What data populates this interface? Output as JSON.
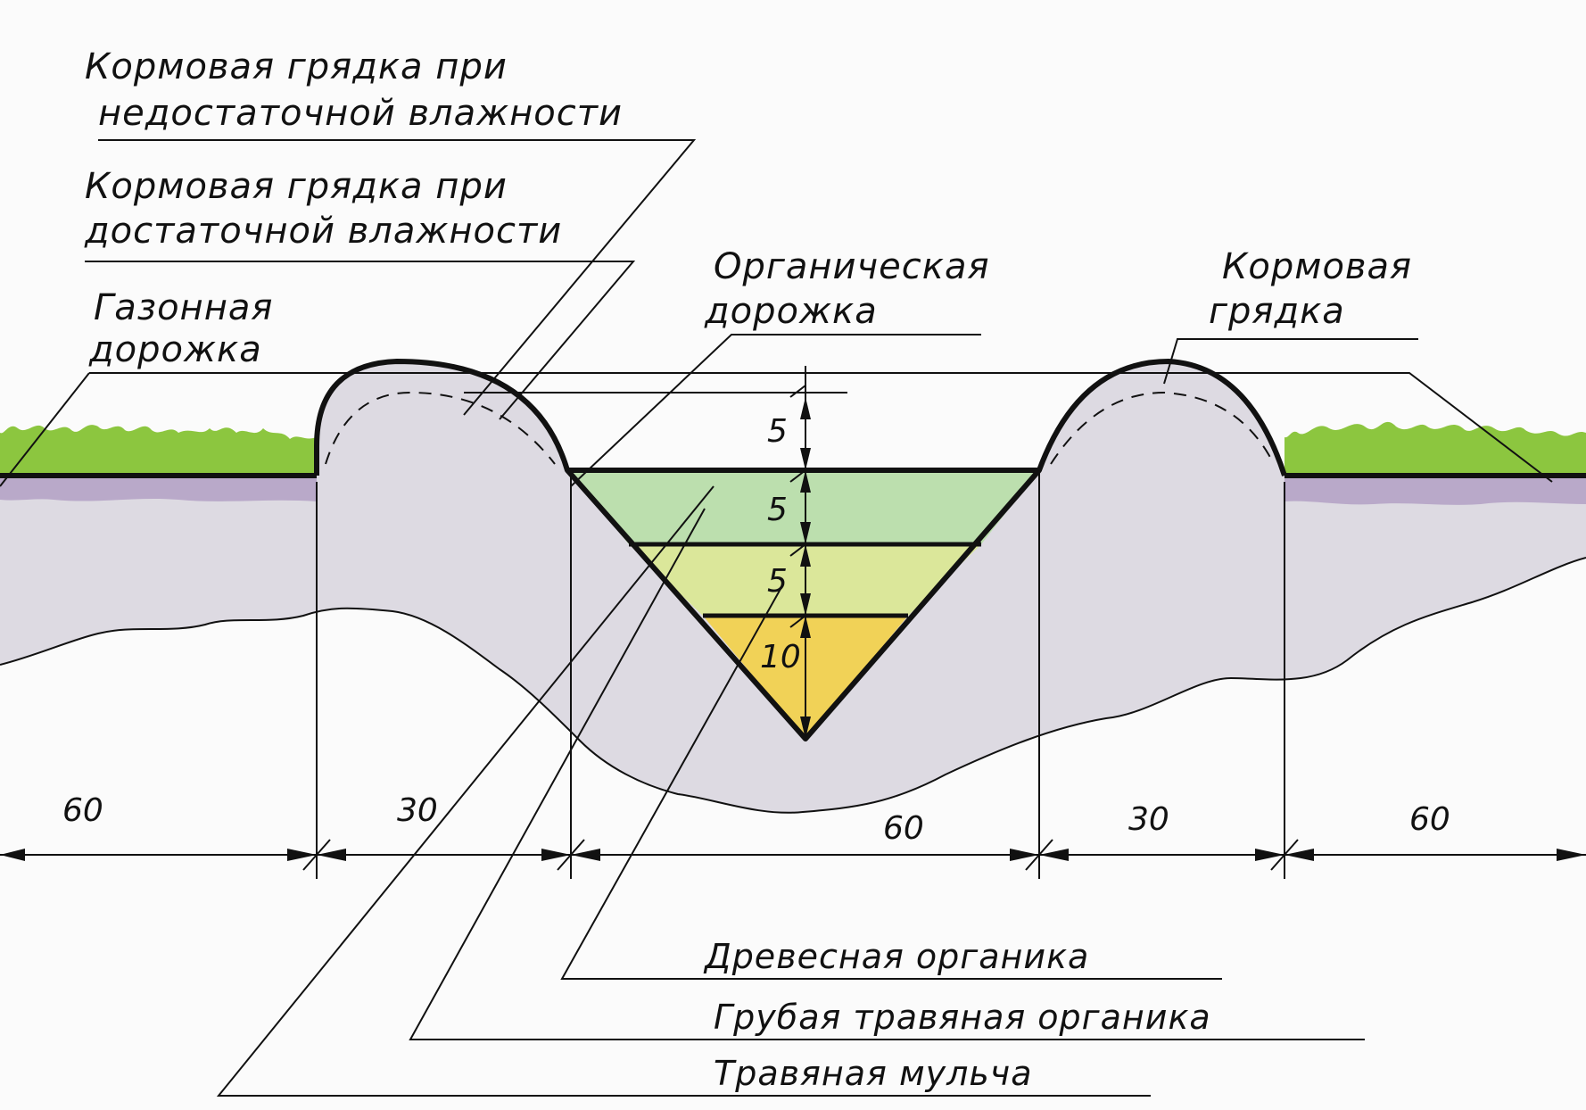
{
  "labels": {
    "bed_low_moisture": [
      "Кормовая грядка при",
      "недостаточной влажности"
    ],
    "bed_enough_moisture": [
      "Кормовая грядка при",
      "достаточной влажности"
    ],
    "lawn_path": [
      "Газонная",
      "дорожка"
    ],
    "organic_path": [
      "Органическая",
      "дорожка"
    ],
    "feed_bed": [
      "Кормовая",
      "грядка"
    ],
    "wood_organics": "Древесная органика",
    "coarse_grass_organics": "Грубая травяная органика",
    "grass_mulch": "Травяная мульча"
  },
  "depths": [
    "5",
    "5",
    "5",
    "10"
  ],
  "widths": [
    "60",
    "30",
    "60",
    "30",
    "60"
  ],
  "colors": {
    "grass": "#8cc63f",
    "subsoil": "#b9a9c9",
    "soil": "#dddae2",
    "layer1": "#bcdfae",
    "layer2": "#dbe79a",
    "layer3": "#f1d257",
    "ink": "#111111"
  }
}
